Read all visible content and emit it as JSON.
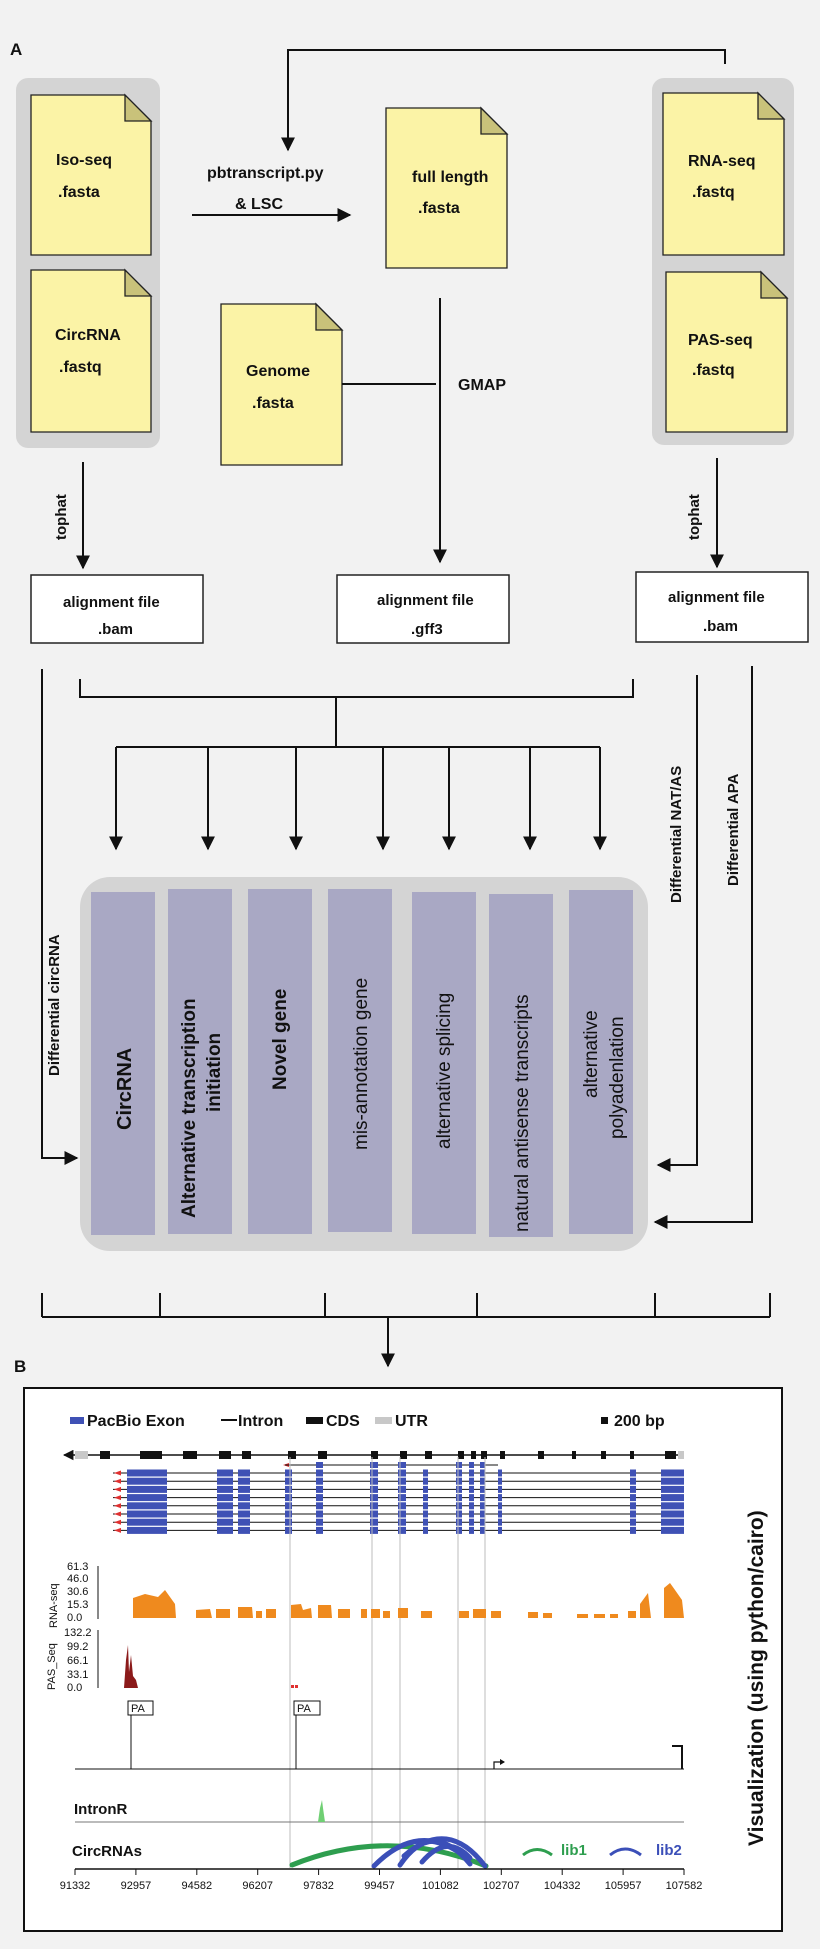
{
  "panel_a": {
    "label": "A",
    "files": {
      "isoseq": {
        "name": "Iso-seq",
        "ext": ".fasta"
      },
      "circrna": {
        "name": "CircRNA",
        "ext": ".fastq"
      },
      "fulllength": {
        "name": "full length",
        "ext": ".fasta"
      },
      "genome": {
        "name": "Genome",
        "ext": ".fasta"
      },
      "rnaseq": {
        "name": "RNA-seq",
        "ext": ".fastq"
      },
      "passeq": {
        "name": "PAS-seq",
        "ext": ".fastq"
      }
    },
    "tools": {
      "pbtranscript_line1": "pbtranscript.py",
      "pbtranscript_line2": "& LSC",
      "gmap": "GMAP",
      "tophat_left": "tophat",
      "tophat_right": "tophat"
    },
    "alignments": {
      "left": {
        "name": "alignment file",
        "ext": ".bam"
      },
      "middle": {
        "name": "alignment file",
        "ext": ".gff3"
      },
      "right": {
        "name": "alignment file",
        "ext": ".bam"
      }
    },
    "side_labels": {
      "diff_circ": "Differential circRNA",
      "diff_nat": "Differential NAT/AS",
      "diff_apa": "Differential APA"
    },
    "analyses": [
      {
        "lines": [
          "CircRNA"
        ]
      },
      {
        "lines": [
          "Alternative transcription",
          "initiation"
        ]
      },
      {
        "lines": [
          "Novel gene"
        ]
      },
      {
        "lines": [
          "mis-annotation gene"
        ]
      },
      {
        "lines": [
          "alternative splicing"
        ]
      },
      {
        "lines": [
          "natural antisense transcripts"
        ]
      },
      {
        "lines": [
          "alternative",
          "polyadenlation"
        ]
      }
    ]
  },
  "panel_b": {
    "label": "B",
    "legend": {
      "exon": "PacBio Exon",
      "intron": "Intron",
      "cds": "CDS",
      "utr": "UTR",
      "scale": "200 bp"
    },
    "side_title": "Visualization (using python/cairo)",
    "tracks": {
      "rnaseq": {
        "label": "RNA-seq",
        "ticks": [
          "61.3",
          "46.0",
          "30.6",
          "15.3",
          "0.0"
        ]
      },
      "passeq": {
        "label": "PAS_Seq",
        "ticks": [
          "132.2",
          "99.2",
          "66.1",
          "33.1",
          "0.0"
        ]
      },
      "pa_label": "PA",
      "intronr": "IntronR",
      "circrnas": "CircRNAs",
      "lib1": "lib1",
      "lib2": "lib2"
    },
    "x_axis": [
      "91332",
      "92957",
      "94582",
      "96207",
      "97832",
      "99457",
      "101082",
      "102707",
      "104332",
      "105957",
      "107582"
    ],
    "colors": {
      "exon": "#3f51b5",
      "rna": "#ef8a1e",
      "pas": "#8b1a1a",
      "lib1": "#2e9e4f",
      "lib2": "#3b4fb8",
      "file": "#fbf3a6",
      "analysis": "#a9a8c4"
    }
  }
}
